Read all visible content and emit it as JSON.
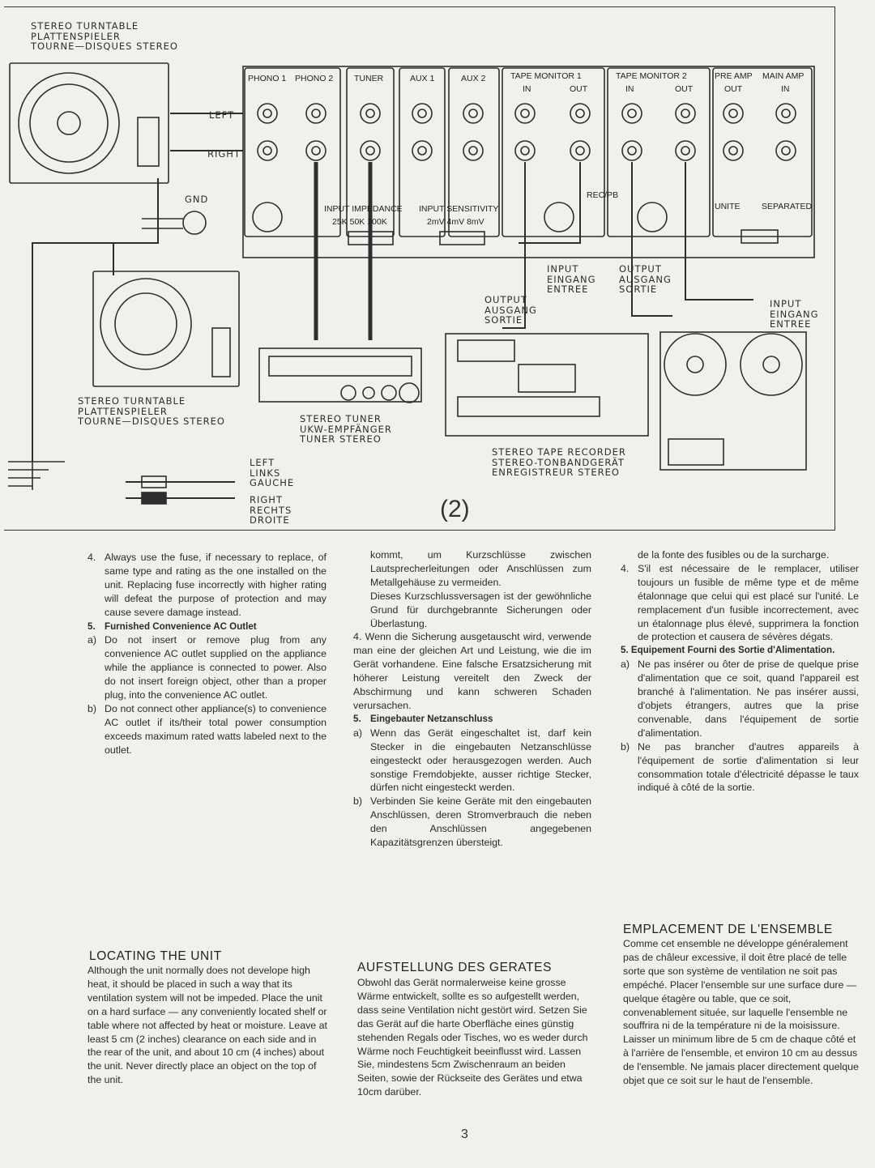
{
  "figure": {
    "number": "(2)",
    "turntable_top": [
      "STEREO TURNTABLE",
      "PLATTENSPIELER",
      "TOURNE—DISQUES STEREO"
    ],
    "left_label": "LEFT",
    "right_label": "RIGHT",
    "gnd_label": "GND",
    "turntable_bottom": [
      "STEREO TURNTABLE",
      "PLATTENSPIELER",
      "TOURNE—DISQUES STEREO"
    ],
    "tuner": [
      "STEREO TUNER",
      "UKW-EMPFÄNGER",
      "TUNER STEREO"
    ],
    "tape_recorder": [
      "STEREO TAPE RECORDER",
      "STEREO-TONBANDGERÄT",
      "ENREGISTREUR STEREO"
    ],
    "cable_left": [
      "LEFT",
      "LINKS",
      "GAUCHE"
    ],
    "cable_right": [
      "RIGHT",
      "RECHTS",
      "DROITE"
    ],
    "output_a": [
      "OUTPUT",
      "AUSGANG",
      "SORTIE"
    ],
    "input_b": [
      "INPUT",
      "EINGANG",
      "ENTREE"
    ],
    "output_b": [
      "OUTPUT",
      "AUSGANG",
      "SORTIE"
    ],
    "input_c": [
      "INPUT",
      "EINGANG",
      "ENTREE"
    ],
    "panel": {
      "phono1": "PHONO 1",
      "phono2": "PHONO 2",
      "tuner": "TUNER",
      "aux1": "AUX 1",
      "aux2": "AUX 2",
      "tape1": "TAPE MONITOR 1",
      "tape2": "TAPE MONITOR 2",
      "in": "IN",
      "out": "OUT",
      "preamp": "PRE AMP",
      "mainamp": "MAIN AMP",
      "rec_pb": "REC/PB",
      "impedance": "INPUT IMPEDANCE",
      "imp_values": "25K 50K 100K",
      "sensitivity": "INPUT SENSITIVITY",
      "sens_values": "2mV 4mV 8mV",
      "unite": "UNITE",
      "separated": "SEPARATED"
    }
  },
  "en": {
    "item4_num": "4.",
    "item4": "Always use the fuse, if necessary to replace, of same type and rating as the one installed on the unit. Replacing fuse incorrectly with higher rating will defeat the purpose of protection and may cause severe damage instead.",
    "item5_num": "5.",
    "item5_head": "Furnished Convenience AC Outlet",
    "item5a_num": "a)",
    "item5a": "Do not insert or remove plug from any convenience AC outlet supplied on the appliance while the appliance is connected to power. Also do not insert foreign object, other than a proper plug, into the convenience AC outlet.",
    "item5b_num": "b)",
    "item5b": "Do not connect other appliance(s) to convenience AC outlet if its/their total power consumption exceeds maximum rated watts labeled next to the outlet.",
    "locating_title": "LOCATING THE UNIT",
    "locating_text": "Although the unit normally does not develope high heat, it should be placed in such a way that its ventilation system will not be impeded. Place the unit on a hard surface — any conveniently located shelf or table where not affected by heat or moisture. Leave at least 5 cm (2 inches) clearance on each side and in the rear of the unit, and about 10 cm (4 inches) about the unit. Never directly place an object on the top of the unit."
  },
  "de": {
    "cont": "kommt, um Kurzschlüsse zwischen Lautsprecherleitungen oder Anschlüssen zum Metallgehäuse zu vermeiden.",
    "cont2": "Dieses Kurzschlussversagen ist der gewöhnliche Grund für durchgebrannte Sicherungen oder Überlastung.",
    "item4_num": "4.",
    "item4": "Wenn die Sicherung ausgetauscht wird, verwende man eine der gleichen Art und Leistung, wie die im Gerät vorhandene. Eine falsche Ersatzsicherung mit höherer Leistung vereitelt den Zweck der Abschirmung und kann schweren Schaden verursachen.",
    "item5_num": "5.",
    "item5_head": "Eingebauter Netzanschluss",
    "item5a_num": "a)",
    "item5a": "Wenn das Gerät eingeschaltet ist, darf kein Stecker in die eingebauten Netzanschlüsse eingesteckt oder herausgezogen werden. Auch sonstige Fremdobjekte, ausser richtige Stecker, dürfen nicht eingesteckt werden.",
    "item5b_num": "b)",
    "item5b": "Verbinden Sie keine Geräte mit den eingebauten Anschlüssen, deren Stromverbrauch die neben den Anschlüssen angegebenen Kapazitätsgrenzen übersteigt.",
    "locating_title": "AUFSTELLUNG DES GERATES",
    "locating_text": "Obwohl das Gerät normalerweise keine grosse Wärme entwickelt, sollte es so aufgestellt werden, dass seine Ventilation nicht gestört wird. Setzen Sie das Gerät auf die harte Oberfläche eines günstig stehenden Regals oder Tisches, wo es weder durch Wärme noch Feuchtigkeit beeinflusst wird. Lassen Sie, mindestens 5cm Zwischenraum an beiden Seiten, sowie der Rückseite des Gerätes und etwa 10cm darüber."
  },
  "fr": {
    "cont": "de la fonte des fusibles ou de la surcharge.",
    "item4_num": "4.",
    "item4": "S'il est nécessaire de le remplacer, utiliser toujours un fusible de même type et de même étalonnage que celui qui est placé sur l'unité. Le remplacement d'un fusible incorrectement, avec un étalonnage plus élevé, supprimera la fonction de protection et causera de sévères dégats.",
    "item5_num": "5.",
    "item5_head": "Equipement Fourni des Sortie d'Alimentation.",
    "item5a_num": "a)",
    "item5a": "Ne pas insérer ou ôter de prise de quelque prise d'alimentation que ce soit, quand l'appareil est branché à l'alimentation. Ne pas insérer aussi, d'objets étrangers, autres que la prise convenable, dans l'équipement de sortie d'alimentation.",
    "item5b_num": "b)",
    "item5b": "Ne pas brancher d'autres appareils à l'équipement de sortie d'alimentation si leur consommation totale d'électricité dépasse le taux indiqué à côté de la sortie.",
    "locating_title": "EMPLACEMENT DE L'ENSEMBLE",
    "locating_text": "Comme cet ensemble ne développe généralement pas de châleur excessive, il doit être placé de telle sorte que son système de ventilation ne soit pas empéché. Placer l'ensemble sur une surface dure — quelque étagère ou table, que ce soit, convenablement située, sur laquelle l'ensemble ne souffrira ni de la température ni de la moisissure. Laisser un minimum libre de 5 cm de chaque côté et à l'arrière de l'ensemble, et environ 10 cm au dessus de l'ensemble. Ne jamais placer directement quelque objet que ce soit sur le haut de l'ensemble."
  },
  "page_number": "3"
}
